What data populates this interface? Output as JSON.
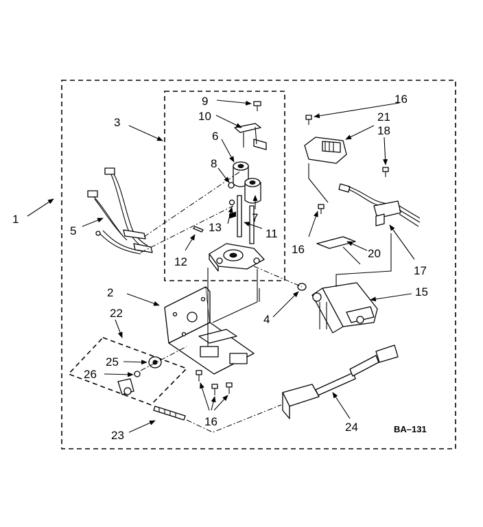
{
  "diagram_code": "BA–131",
  "callouts": {
    "c1": "1",
    "c2": "2",
    "c3": "3",
    "c4": "4",
    "c5": "5",
    "c6": "6",
    "c7": "7",
    "c8": "8",
    "c9": "9",
    "c10": "10",
    "c11": "11",
    "c12": "12",
    "c13": "13",
    "c15": "15",
    "c16a": "16",
    "c16b": "16",
    "c16c": "16",
    "c17": "17",
    "c18": "18",
    "c20": "20",
    "c21": "21",
    "c22": "22",
    "c23": "23",
    "c24": "24",
    "c25": "25",
    "c26": "26"
  }
}
